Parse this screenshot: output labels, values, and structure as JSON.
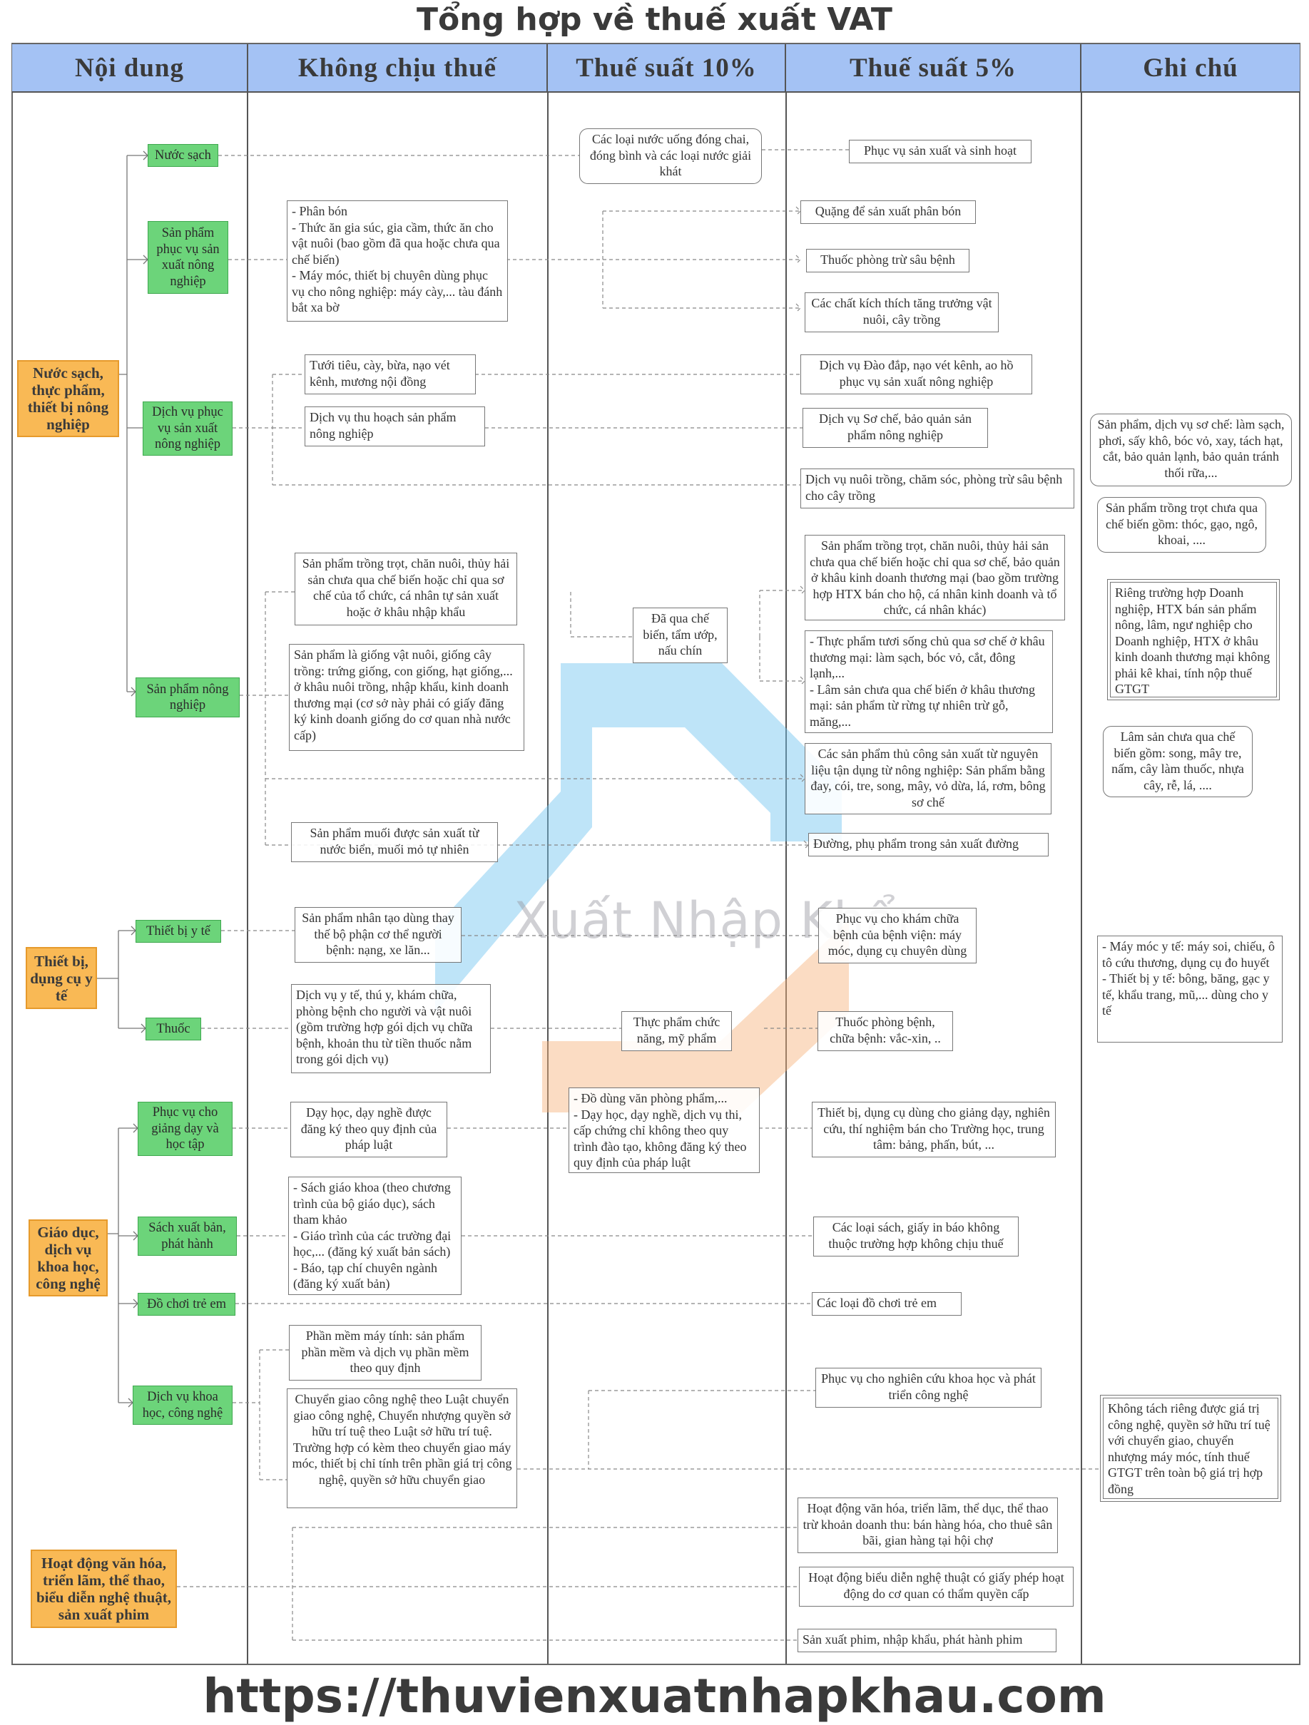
{
  "title": "Tổng hợp về thuế xuất VAT",
  "columns": [
    "Nội dung",
    "Không chịu thuế",
    "Thuế suất 10%",
    "Thuế suất 5%",
    "Ghi chú"
  ],
  "watermark": "Xuất Nhập Khẩu",
  "footer": "https://thuvienxuatnhapkhau.com",
  "colors": {
    "header": "#a4c2f4",
    "category": "#f9b955",
    "subcategory": "#6cd47a",
    "watermark_blue": "#6fc3f0",
    "watermark_orange": "#f7b27a"
  },
  "categories": {
    "c1": "Nước sạch, thực phẩm, thiết bị nông nghiệp",
    "c2": "Thiết bị, dụng cụ y tế",
    "c3": "Giáo dục, dịch vụ khoa học, công nghệ",
    "c4": "Hoạt động văn hóa, triển lãm, thể thao, biểu diễn nghệ thuật, sản xuất phim"
  },
  "subcategories": {
    "s1": "Nước sạch",
    "s2": "Sản phẩm phục vụ sản xuất nông nghiệp",
    "s3": "Dịch vụ phục vụ sản xuất nông nghiệp",
    "s4": "Sản phẩm nông nghiệp",
    "s5": "Thiết bị y tế",
    "s6": "Thuốc",
    "s7": "Phục vụ cho giảng dạy và học tập",
    "s8": "Sách xuất bản, phát hành",
    "s9": "Đồ chơi trẻ em",
    "s10": "Dịch vụ khoa học, công nghệ"
  },
  "khong_chiu_thue": {
    "k1": "- Phân bón\n- Thức ăn gia súc, gia cầm, thức ăn cho vật nuôi (bao gồm đã qua hoặc chưa qua chế biến)\n- Máy móc, thiết bị chuyên dùng phục vụ cho nông nghiệp: máy cày,... tàu đánh bắt xa bờ",
    "k2": "Tưới tiêu, cày, bừa, nạo vét kênh, mương nội đồng",
    "k3": "Dịch vụ thu hoạch sản phẩm nông nghiệp",
    "k4": "Sản phẩm trồng trọt, chăn nuôi, thủy hải sản chưa qua chế biến hoặc chỉ qua sơ chế của tổ chức, cá nhân tự sản xuất hoặc ở khâu nhập khẩu",
    "k5": "Sản phẩm là giống vật nuôi, giống cây trồng: trứng giống, con giống, hạt giống,... ở khâu nuôi trồng, nhập khẩu, kinh doanh thương mại (cơ sở này phải có giấy đăng ký kinh doanh giống do cơ quan nhà nước cấp)",
    "k6": "Sản phẩm muối được sản xuất từ nước biển, muối mỏ tự nhiên",
    "k7": "Sản phẩm nhân tạo dùng thay thế bộ phận cơ thể người bệnh: nạng, xe lăn...",
    "k8": "Dịch vụ y tế, thú y, khám chữa, phòng bệnh cho người và vật nuôi (gồm trường hợp gói dịch vụ chữa bệnh, khoản thu từ tiền thuốc nằm trong gói dịch vụ)",
    "k9": "Dạy học, dạy nghề được đăng ký theo quy định của pháp luật",
    "k10": "- Sách giáo khoa (theo chương trình của bộ giáo dục), sách tham khảo\n- Giáo trình của các trường đại học,... (đăng ký xuất bản sách)  - Báo, tạp chí chuyên ngành (đăng ký xuất bản)",
    "k11": "Phần mềm máy tính: sản phẩm phần mềm và dịch vụ phần mềm theo quy định",
    "k12": "Chuyển giao công nghệ theo Luật chuyển giao công nghệ, Chuyển nhượng quyền sở hữu trí tuệ theo Luật sở hữu trí tuệ. Trường hợp có kèm theo chuyển giao máy móc, thiết bị chỉ tính trên phần giá trị công nghệ, quyền sở hữu chuyển giao"
  },
  "thue_suat_10": {
    "t1": "Các loại nước uống đóng chai, đóng bình và các loại nước giải khát",
    "t2": "Đã qua chế biến, tẩm ướp, nấu chín",
    "t3": "Thực phẩm chức năng, mỹ phẩm",
    "t4": "- Đồ dùng văn phòng phẩm,...\n- Dạy học, dạy nghề, dịch vụ thi, cấp chứng chỉ không theo quy trình đào tạo, không đăng ký theo quy định của pháp luật"
  },
  "thue_suat_5": {
    "f1": "Phục vụ sản xuất và sinh hoạt",
    "f2": "Quặng để sản xuất phân bón",
    "f3": "Thuốc phòng trừ sâu bệnh",
    "f4": "Các chất kích thích tăng trưởng vật nuôi, cây trồng",
    "f5": "Dịch vụ Đào đắp, nạo vét kênh, ao hồ phục vụ sản xuất nông nghiệp",
    "f6": "Dịch vụ Sơ chế, bảo quản sản phẩm nông nghiệp",
    "f7": "Dịch vụ nuôi trồng, chăm sóc, phòng trừ sâu bệnh cho cây trồng",
    "f8": "Sản phẩm trồng trọt, chăn nuôi, thủy hải sản chưa qua chế biến hoặc chỉ qua sơ chế, bảo quản ở khâu kinh doanh thương mại (bao gồm trường hợp HTX bán cho hộ, cá nhân kinh doanh và tổ chức, cá nhân khác)",
    "f9": "- Thực phẩm tươi sống chủ qua sơ chế ở khâu thương mại: làm sạch, bóc vỏ, cắt, đông lạnh,...\n- Lâm sản chưa qua chế biến ở khâu thương mại: sản phẩm từ rừng tự nhiên trừ gỗ, măng,...",
    "f10": "Các sản phẩm thủ công sản xuất từ nguyên liệu tận dụng từ nông nghiệp: Sản phẩm bằng đay, cói, tre, song, mây, vỏ dừa, lá, rơm, bông sơ chế",
    "f11": "Đường, phụ phẩm trong sản xuất đường",
    "f12": "Phục vụ cho khám chữa bệnh của bệnh viện: máy móc, dụng cụ chuyên dùng",
    "f13": "Thuốc phòng bệnh, chữa bệnh: vắc-xin, ..",
    "f14": "Thiết bị, dụng cụ dùng cho giảng dạy, nghiên cứu, thí nghiệm bán cho Trường học, trung tâm: bảng, phấn, bút, ...",
    "f15": "Các loại sách, giấy in báo không thuộc trường hợp không chịu thuế",
    "f16": "Các loại đồ chơi trẻ em",
    "f17": "Phục vụ cho nghiên cứu khoa học và phát triển công nghệ",
    "f18": "Hoạt động văn hóa, triển lãm, thể dục, thể thao trừ khoản doanh thu: bán hàng hóa, cho thuê sân bãi, gian hàng tại hội chợ",
    "f19": "Hoạt động biểu diễn nghệ thuật có giấy phép hoạt động do cơ quan có thẩm quyền cấp",
    "f20": "Sản xuất phim, nhập khẩu, phát hành phim"
  },
  "ghi_chu": {
    "g1": "Sản phẩm, dịch vụ sơ chế: làm sạch, phơi, sấy khô, bóc vỏ, xay, tách hạt, cắt, bảo quản lạnh, bảo quản tránh thối rữa,...",
    "g2": "Sản phẩm trồng trọt chưa qua chế biến gồm: thóc, gạo, ngô, khoai, ....",
    "g3": "Riêng trường hợp Doanh nghiệp, HTX bán sản phẩm nông, lâm, ngư nghiệp cho Doanh nghiệp, HTX ở khâu kinh doanh thương mại không phải kê khai, tính nộp thuế GTGT",
    "g4": "Lâm sản chưa qua chế biến gồm: song, mây tre, nấm, cây làm thuốc, nhựa cây, rễ, lá, ....",
    "g5": "- Máy móc y tế: máy soi, chiếu, ô tô cứu thương, dụng cụ đo huyết\n- Thiết bị y tế: bông, băng, gạc y tế, khẩu trang, mũ,... dùng cho y tế",
    "g6": "Không tách riêng được giá trị công nghệ, quyền sở hữu trí tuệ với chuyển giao, chuyển nhượng máy móc, tính thuế GTGT trên toàn bộ giá trị hợp đồng"
  }
}
